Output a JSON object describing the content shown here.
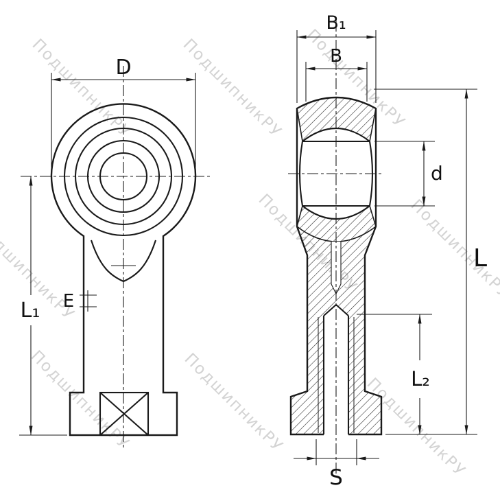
{
  "watermark": {
    "text": "ПодшипникРУ"
  },
  "views": {
    "front": {
      "dims": {
        "D": "D",
        "L1": "L₁"
      },
      "note": "E"
    },
    "section": {
      "dims": {
        "B1": "B₁",
        "B": "B",
        "d": "d",
        "L": "L",
        "L2": "L₂",
        "S": "S"
      }
    }
  }
}
